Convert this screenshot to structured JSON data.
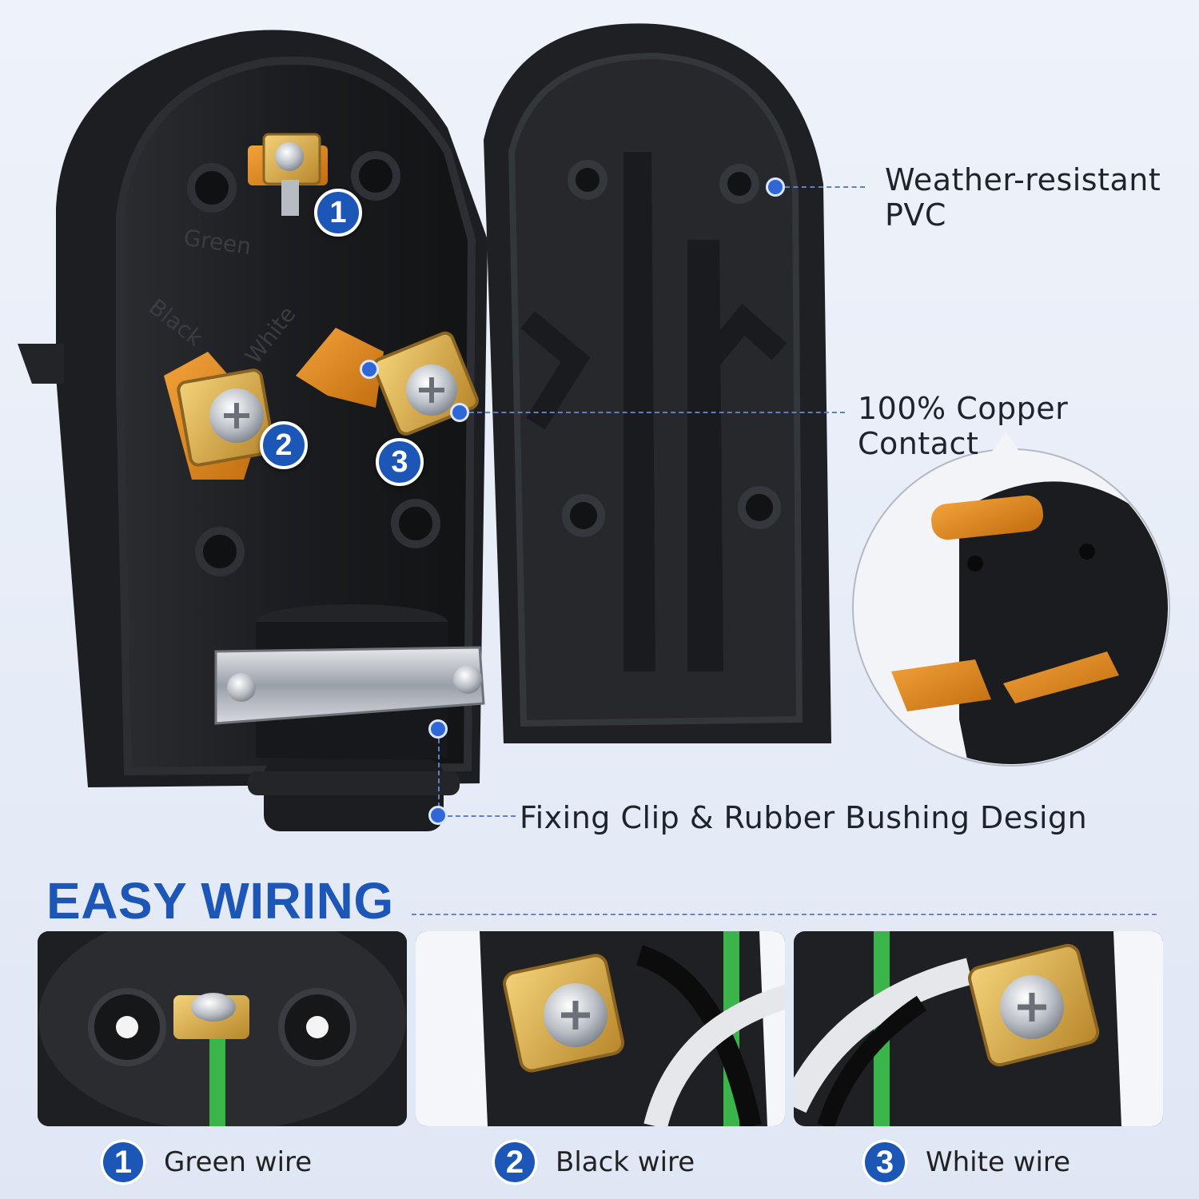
{
  "callouts": {
    "pvc": [
      "Weather-resistant",
      "PVC"
    ],
    "copper": "100% Copper Contact",
    "clip": "Fixing Clip & Rubber Bushing Design"
  },
  "housing_markings": {
    "green": "Green",
    "black": "Black",
    "white": "White"
  },
  "terminal_badges": [
    "1",
    "2",
    "3"
  ],
  "section": {
    "heading": "EASY WIRING"
  },
  "steps": [
    {
      "number": "1",
      "label": "Green wire"
    },
    {
      "number": "2",
      "label": "Black wire"
    },
    {
      "number": "3",
      "label": "White wire"
    }
  ],
  "colors": {
    "accent_blue": "#1c56b6",
    "housing_black": "#1a1b1e",
    "copper": "#e08a1e",
    "brass": "#d4a73a",
    "wire_green": "#3bb54a"
  }
}
